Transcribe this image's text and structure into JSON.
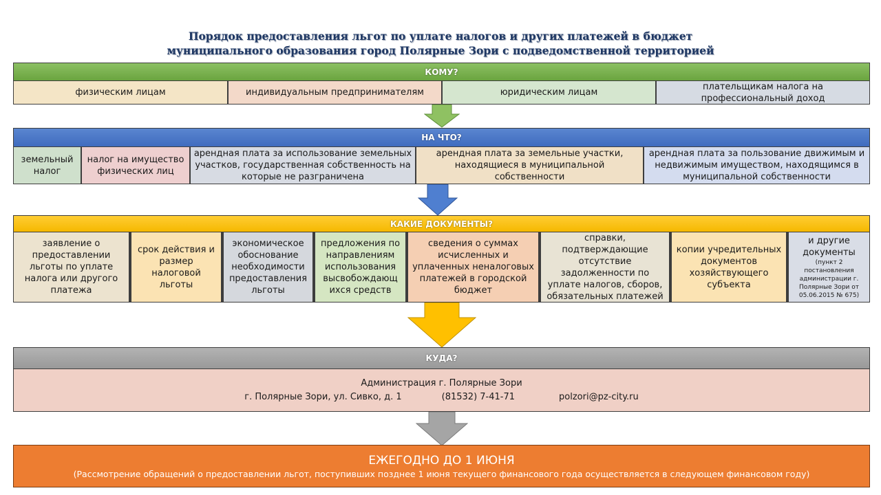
{
  "title": {
    "line1": "Порядок предоставления льгот по уплате налогов и других платежей в бюджет",
    "line2": "муниципального образования город Полярные Зори с подведомственной территорией"
  },
  "komu": {
    "header": "КОМУ?",
    "items": [
      "физическим лицам",
      "индивидуальным предпринимателям",
      "юридическим лицам",
      "плательщикам налога на профессиональный доход"
    ]
  },
  "na_chto": {
    "header": "НА ЧТО?",
    "items": [
      "земельный налог",
      "налог на имущество физических лиц",
      "арендная плата за использование земельных участков, государственная собственность на которые не разграничена",
      "арендная плата за земельные участки, находящиеся в муниципальной собственности",
      "арендная плата за пользование движимым и недвижимым имуществом, находящимся в муниципальной собственности"
    ]
  },
  "documents": {
    "header": "КАКИЕ ДОКУМЕНТЫ?",
    "items": [
      "заявление о предоставлении льготы по уплате налога или другого платежа",
      "срок действия и размер налоговой льготы",
      "экономическое обоснование необходимости предоставления льготы",
      "предложения по направлениям использования высвобождающ ихся средств",
      "сведения о суммах исчисленных и уплаченных неналоговых платежей в городской бюджет",
      "справки, подтверждающие отсутствие задолженности по уплате налогов, сборов, обязательных платежей",
      "копии учредительных документов хозяйствующего субъекта",
      "и другие документы"
    ],
    "last_note": "(пункт 2 постановления администрации г. Полярные Зори от 05.06.2015 № 675)"
  },
  "kuda": {
    "header": "КУДА?",
    "org": "Администрация г. Полярные Зори",
    "address": "г. Полярные Зори, ул. Сивко, д. 1",
    "phone": "(81532) 7-41-71",
    "email": "polzori@pz-city.ru"
  },
  "deadline": {
    "title": "ЕЖЕГОДНО ДО 1 ИЮНЯ",
    "note": "(Рассмотрение обращений о предоставлении льгот, поступивших позднее 1 июня текущего финансового года осуществляется в следующем финансовом году)"
  },
  "colors": {
    "komu_bar": "#70ad47",
    "na_chto_bar": "#4472c4",
    "docs_bar": "#ffc000",
    "kuda_bar": "#a5a5a5",
    "deadline_bg": "#ed7d31"
  }
}
